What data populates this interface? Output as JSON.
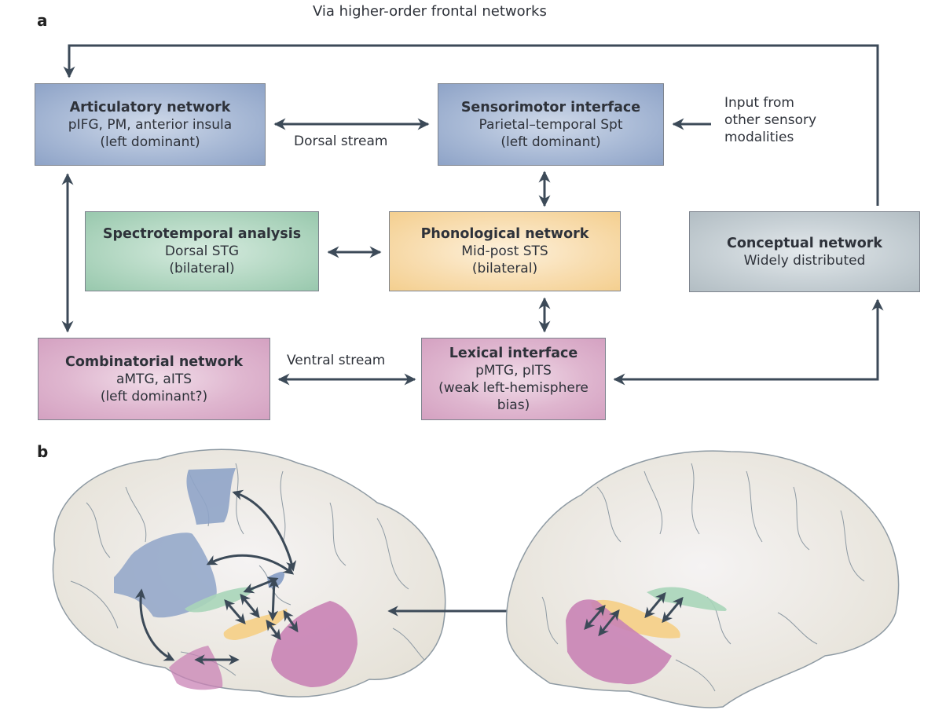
{
  "panels": {
    "a_label": "a",
    "b_label": "b"
  },
  "boxes": {
    "articulatory": {
      "title": "Articulatory network",
      "line1": "pIFG, PM, anterior insula",
      "line2": "(left dominant)",
      "color": "#9fb1d1"
    },
    "sensorimotor": {
      "title": "Sensorimotor interface",
      "line1": "Parietal–temporal Spt",
      "line2": "(left dominant)",
      "color": "#9fb1d1"
    },
    "spectrotemporal": {
      "title": "Spectrotemporal analysis",
      "line1": "Dorsal STG",
      "line2": "(bilateral)",
      "color": "#acd3bc"
    },
    "phonological": {
      "title": "Phonological network",
      "line1": "Mid-post STS",
      "line2": "(bilateral)",
      "color": "#f6d8a3"
    },
    "conceptual": {
      "title": "Conceptual network",
      "line1": "Widely distributed",
      "color": "#c2ccd2"
    },
    "combinatorial": {
      "title": "Combinatorial network",
      "line1": "aMTG, aITS",
      "line2": "(left dominant?)",
      "color": "#dbadca"
    },
    "lexical": {
      "title": "Lexical interface",
      "line1": "pMTG, pITS",
      "line2": "(weak left-hemisphere bias)",
      "color": "#dbadca"
    }
  },
  "labels": {
    "via_frontal": "Via higher-order frontal networks",
    "dorsal_stream": "Dorsal stream",
    "ventral_stream": "Ventral stream",
    "input_line1": "Input from",
    "input_line2": "other sensory",
    "input_line3": "modalities"
  },
  "colors": {
    "arrow": "#3c4a58",
    "brain_fill": "#ebe8e1",
    "brain_outline": "#8e9aa3",
    "region_blue": "#8fa4c8",
    "region_green": "#a9d5b9",
    "region_yellow": "#f5cf85",
    "region_pink": "#c983b5"
  }
}
